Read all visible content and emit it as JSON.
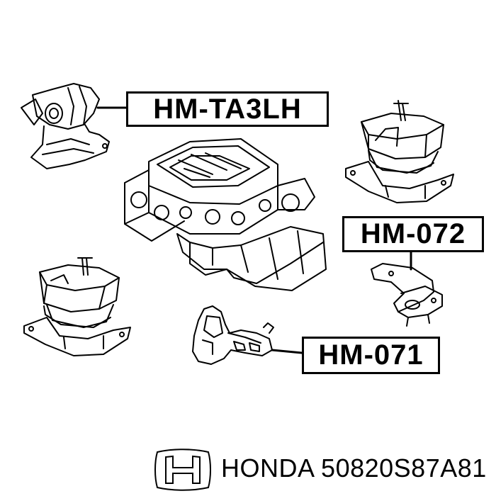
{
  "labels": {
    "mount_ta3lh": "HM-TA3LH",
    "mount_072": "HM-072",
    "mount_071": "HM-071"
  },
  "footer": {
    "brand": "HONDA",
    "part_number": "50820S87A81",
    "logo_icon": "honda-h-logo-icon"
  },
  "colors": {
    "line": "#000000",
    "background": "#ffffff"
  }
}
